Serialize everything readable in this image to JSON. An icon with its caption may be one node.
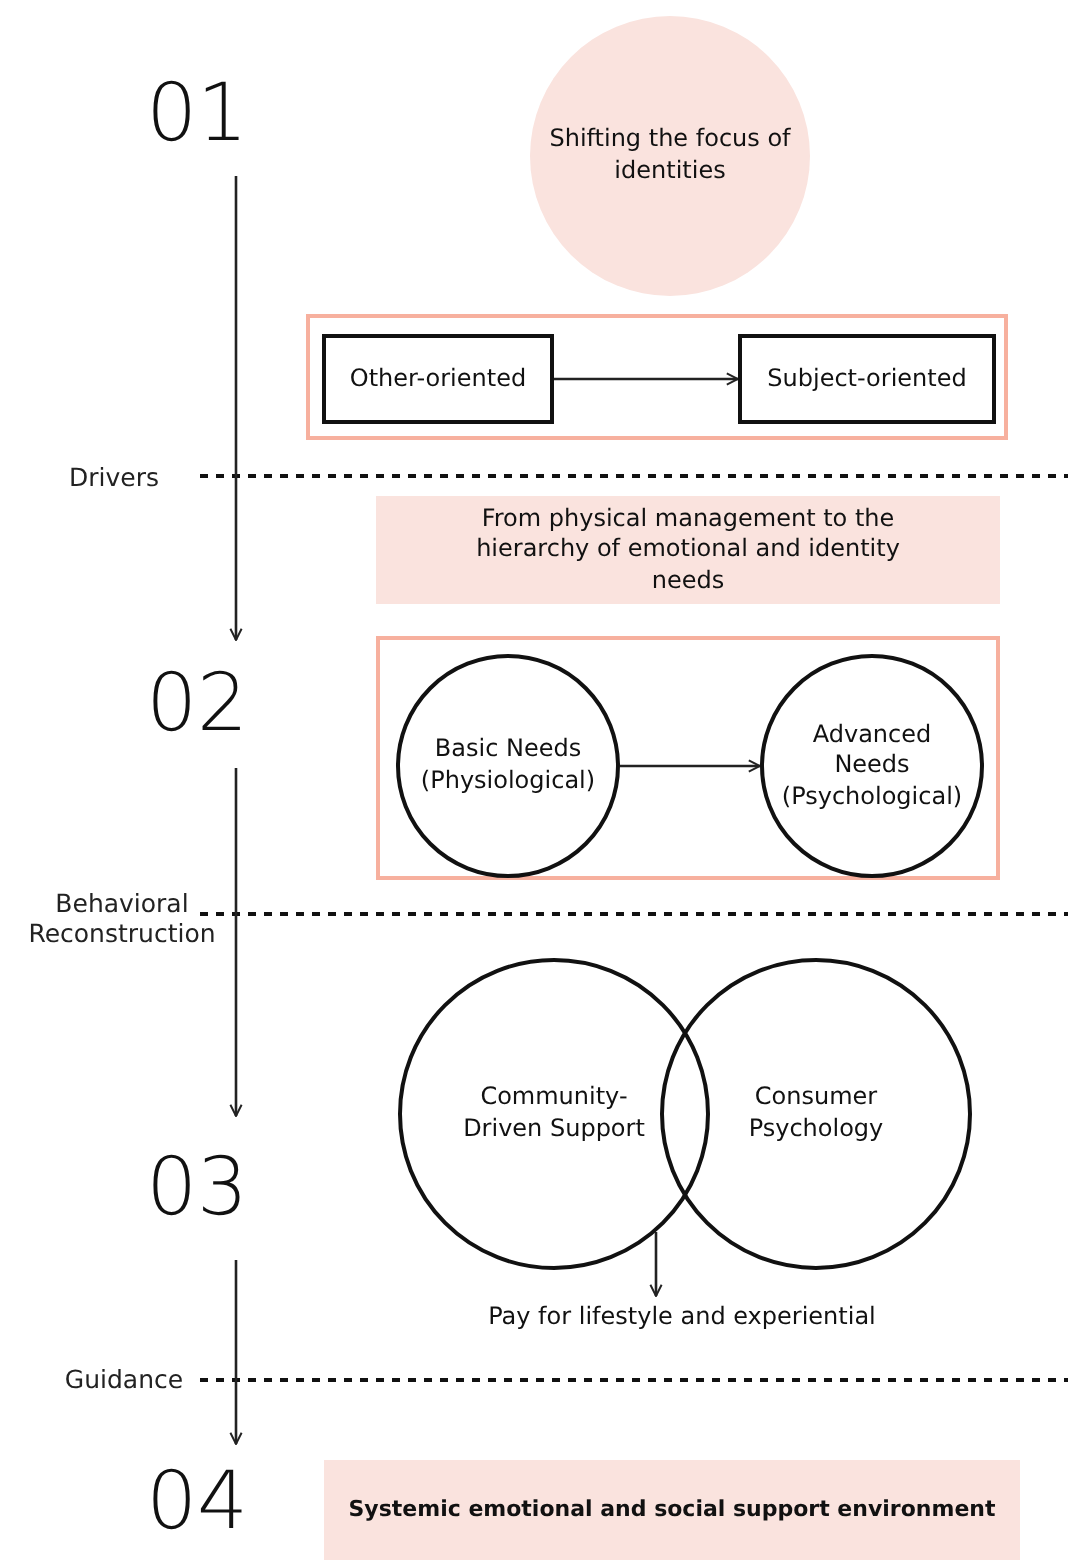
{
  "diagram": {
    "nodes": [
      {
        "text": [
          "01"
        ]
      },
      {
        "text": [
          "Shifting the focus of identities"
        ]
      },
      {
        "text": [],
        "shape": "box"
      },
      {
        "text": [
          "Other-oriented"
        ],
        "in": 2
      },
      {
        "text": [
          "Subject-oriented"
        ],
        "in": 2
      },
      {
        "text": [
          "From physical management to the hierarchy of emotional and identity needs"
        ]
      },
      {
        "text": [
          "02"
        ]
      },
      {
        "text": [],
        "shape": "box"
      },
      {
        "text": [
          "Basic Needs (Physiological)"
        ],
        "in": 7
      },
      {
        "text": [
          "Advanced Needs (Psychological)"
        ],
        "in": 7
      },
      {
        "text": [
          "Community-Driven Support"
        ]
      },
      {
        "text": [
          "Consumer Psychology"
        ]
      },
      {
        "text": [
          "03"
        ]
      },
      {
        "text": [
          "Pay for lifestyle and experiential"
        ]
      },
      {
        "text": [
          "04"
        ]
      },
      {
        "text": [
          "Systemic emotional and social support environment"
        ]
      }
    ],
    "edges": [
      {
        "from": 0,
        "to": 6,
        "arrow": "to"
      },
      {
        "from": 3,
        "to": 4,
        "arrow": "to"
      },
      {
        "from": 8,
        "to": 9,
        "arrow": "to"
      },
      {
        "from": 6,
        "to": 12,
        "arrow": "to"
      },
      {
        "from": 10,
        "to": 13,
        "arrow": "to"
      },
      {
        "from": 12,
        "to": 14,
        "arrow": "to"
      }
    ],
    "labels": [
      "Drivers",
      "Behavioral Reconstruction",
      "Guidance"
    ]
  }
}
